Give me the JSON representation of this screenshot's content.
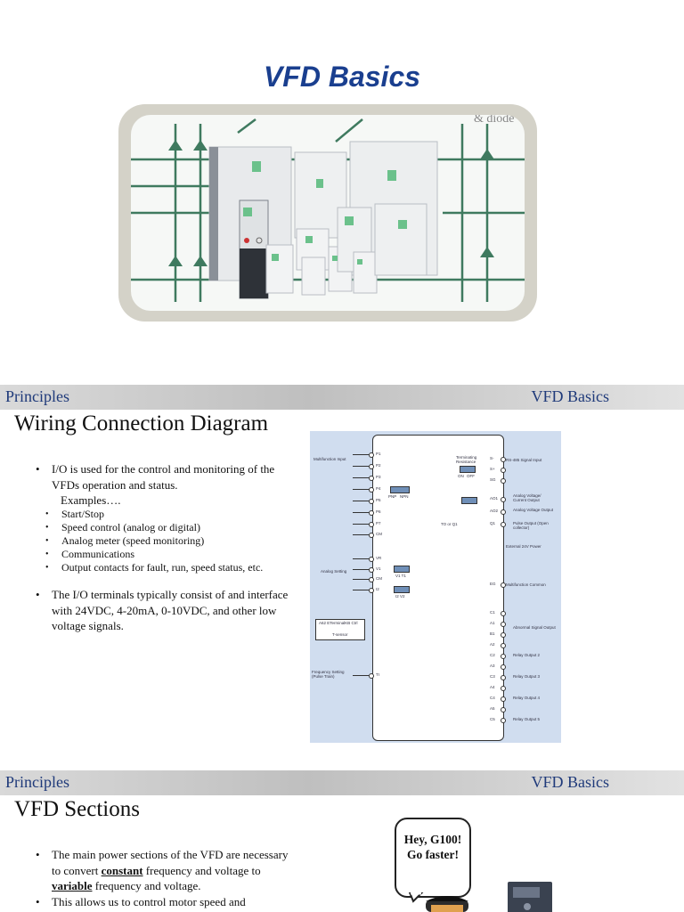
{
  "slide1": {
    "title": "VFD Basics"
  },
  "slide2": {
    "header_left": "Principles",
    "header_right": "VFD Basics",
    "title": "Wiring Connection Diagram",
    "bullet1": "I/O is used for the control and monitoring of the VFDs operation and status.",
    "examples_label": "Examples….",
    "examples": [
      "Start/Stop",
      "Speed control (analog or digital)",
      "Analog meter (speed monitoring)",
      "Communications",
      "Output contacts for fault, run, speed status, etc."
    ],
    "bullet2": "The I/O terminals typically consist of and interface with 24VDC, 4-20mA, 0-10VDC, and other low voltage signals.",
    "diagram": {
      "left_terminals": [
        "P1",
        "P2",
        "P3",
        "P4",
        "P5",
        "P6",
        "P7",
        "CM",
        "VR",
        "V1",
        "CM",
        "I2",
        "TI"
      ],
      "right_terminals": [
        "S-",
        "S+",
        "SG",
        "AO1",
        "AO2",
        "Q1",
        "EG",
        "C1",
        "A1",
        "B1",
        "A2",
        "C2",
        "A3",
        "C3",
        "A4",
        "C4",
        "A5",
        "C5"
      ],
      "labels": {
        "multifunction_input": "Multifunction Input",
        "analog_setting": "Analog Setting",
        "frequency_setting": "Frequency Setting (Pulse Train)",
        "terminating_resistance": "Terminating Resistance",
        "on": "ON",
        "off": "OFF",
        "pnp": "PNP",
        "npn": "NPN",
        "v1t1": "V1 T1",
        "i2v2": "I2 V2",
        "rs485": "RS-485 Signal Input",
        "analog_voltage_current": "Analog Voltage/ Current Output",
        "analog_voltage": "Analog Voltage Output",
        "pulse_output": "Pulse Output (Open collector)",
        "external_24v": "External 24V Power",
        "multifunction_common": "Multifunction Common",
        "abnormal_signal": "Abnormal Signal Output",
        "relay2": "Relay Output 2",
        "relay3": "Relay Output 3",
        "relay4": "Relay Output 4",
        "relay5": "Relay Output 5",
        "to_or_q1": "TO or Q1",
        "thermistor_box": "A62 ETerminalKB Ctrl",
        "thermistor": "T-sensor"
      }
    }
  },
  "slide3": {
    "header_left": "Principles",
    "header_right": "VFD Basics",
    "title": "VFD Sections",
    "bullet1_pre": "The main power sections of the VFD are necessary to convert ",
    "bullet1_constant": "constant",
    "bullet1_mid": " frequency and voltage to ",
    "bullet1_variable": "variable",
    "bullet1_post": " frequency and voltage.",
    "bullet2": "This allows us to control motor speed and",
    "bubble": "Hey, G100! Go faster!"
  }
}
